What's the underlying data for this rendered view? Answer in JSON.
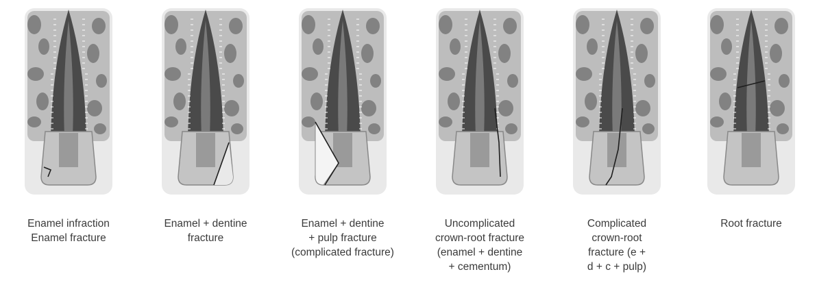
{
  "panels": [
    {
      "lines": [
        "Enamel infraction",
        "Enamel fracture"
      ]
    },
    {
      "lines": [
        "Enamel + dentine",
        "fracture"
      ]
    },
    {
      "lines": [
        "Enamel + dentine",
        "+ pulp fracture",
        "(complicated fracture)"
      ]
    },
    {
      "lines": [
        "Uncomplicated",
        "crown-root fracture",
        "(enamel + dentine",
        "+ cementum)"
      ]
    },
    {
      "lines": [
        "Complicated",
        "crown-root",
        "fracture (e +",
        "d + c + pulp)"
      ]
    },
    {
      "lines": [
        "Root fracture"
      ]
    }
  ],
  "colors": {
    "bone": "#bdbdbd",
    "trabecula": "#6f6f6f",
    "root_dark": "#4a4a4a",
    "crown": "#c4c4c4",
    "frame": "#e9e9e9",
    "fracture_line": "#1e1e1e"
  }
}
